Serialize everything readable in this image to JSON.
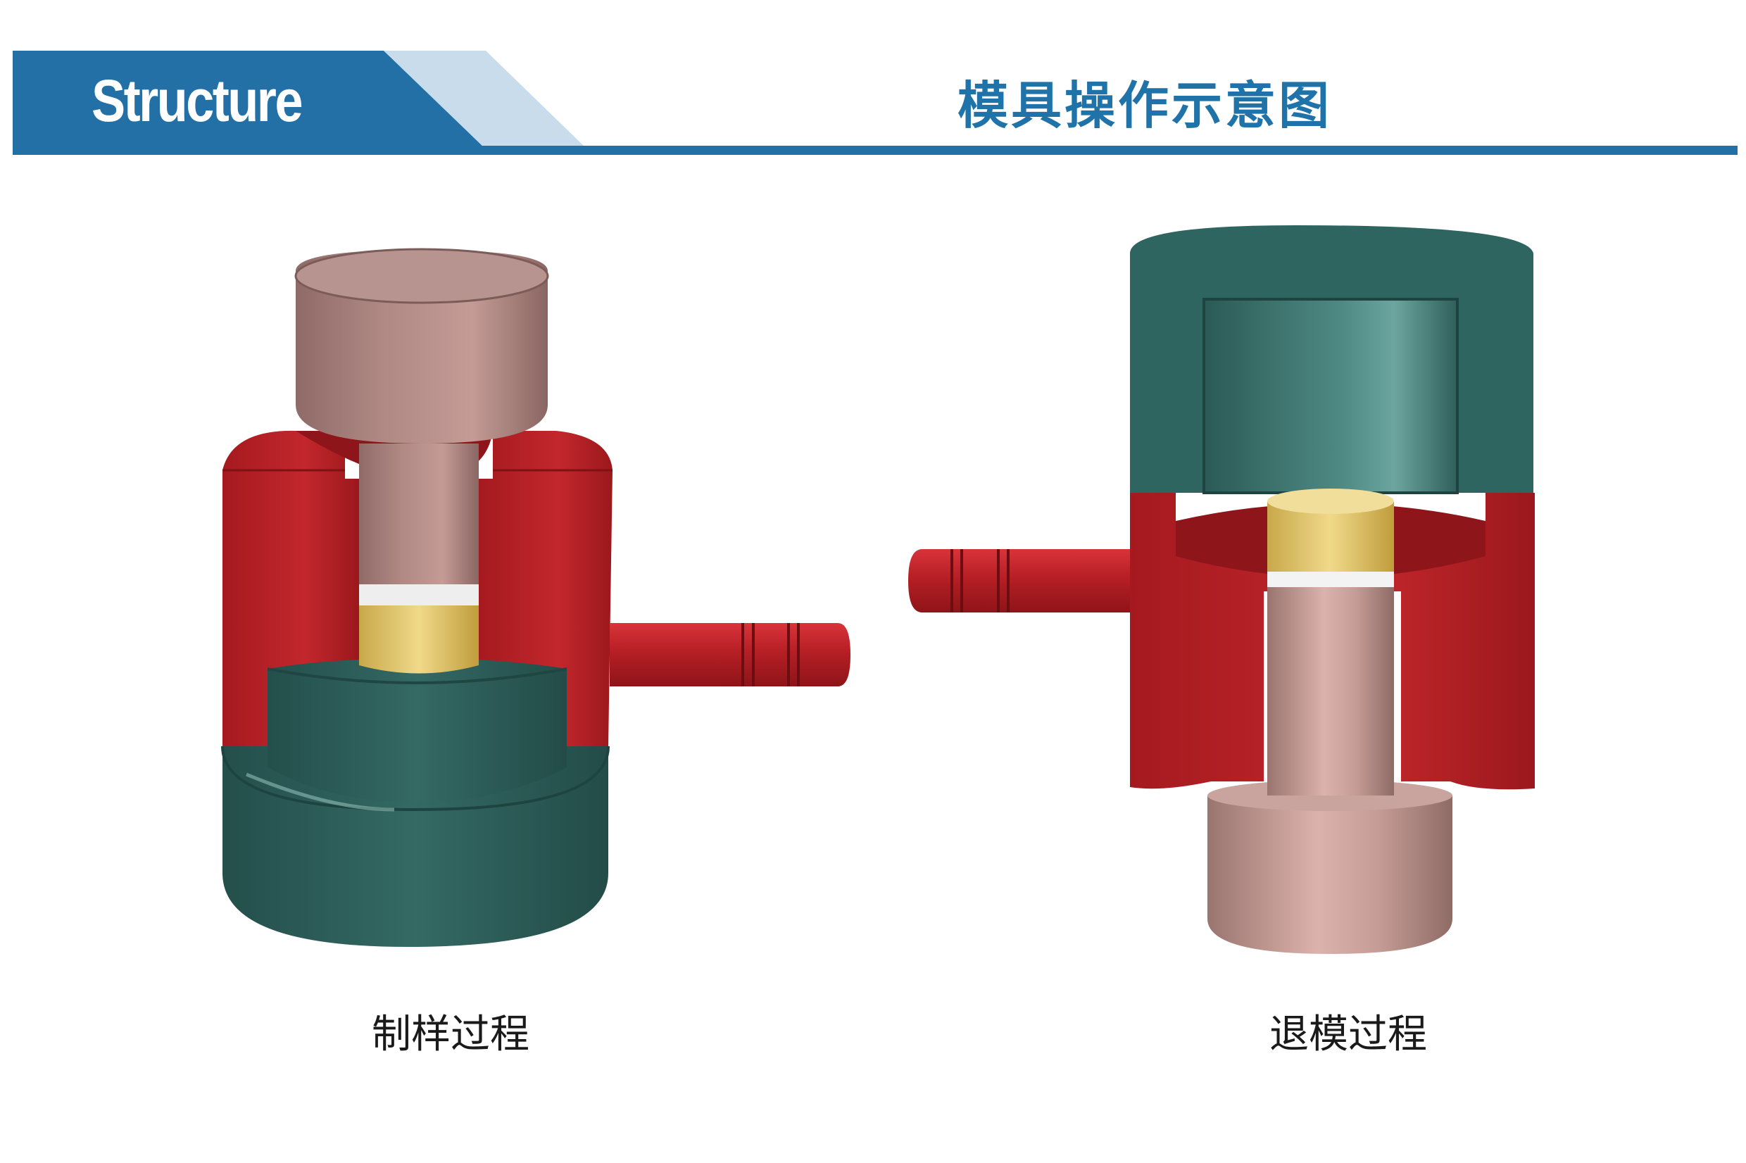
{
  "header": {
    "tag": "Structure",
    "title": "模具操作示意图"
  },
  "diagrams": [
    {
      "caption": "制样过程"
    },
    {
      "caption": "退模过程"
    }
  ],
  "colors": {
    "brand_blue": "#2270a6",
    "light_blue": "#c9dceb",
    "die_red": "#b01f24",
    "base_green": "#2c5c57",
    "punch_pink": "#a37c78",
    "sample_gold": "#e0c468"
  }
}
